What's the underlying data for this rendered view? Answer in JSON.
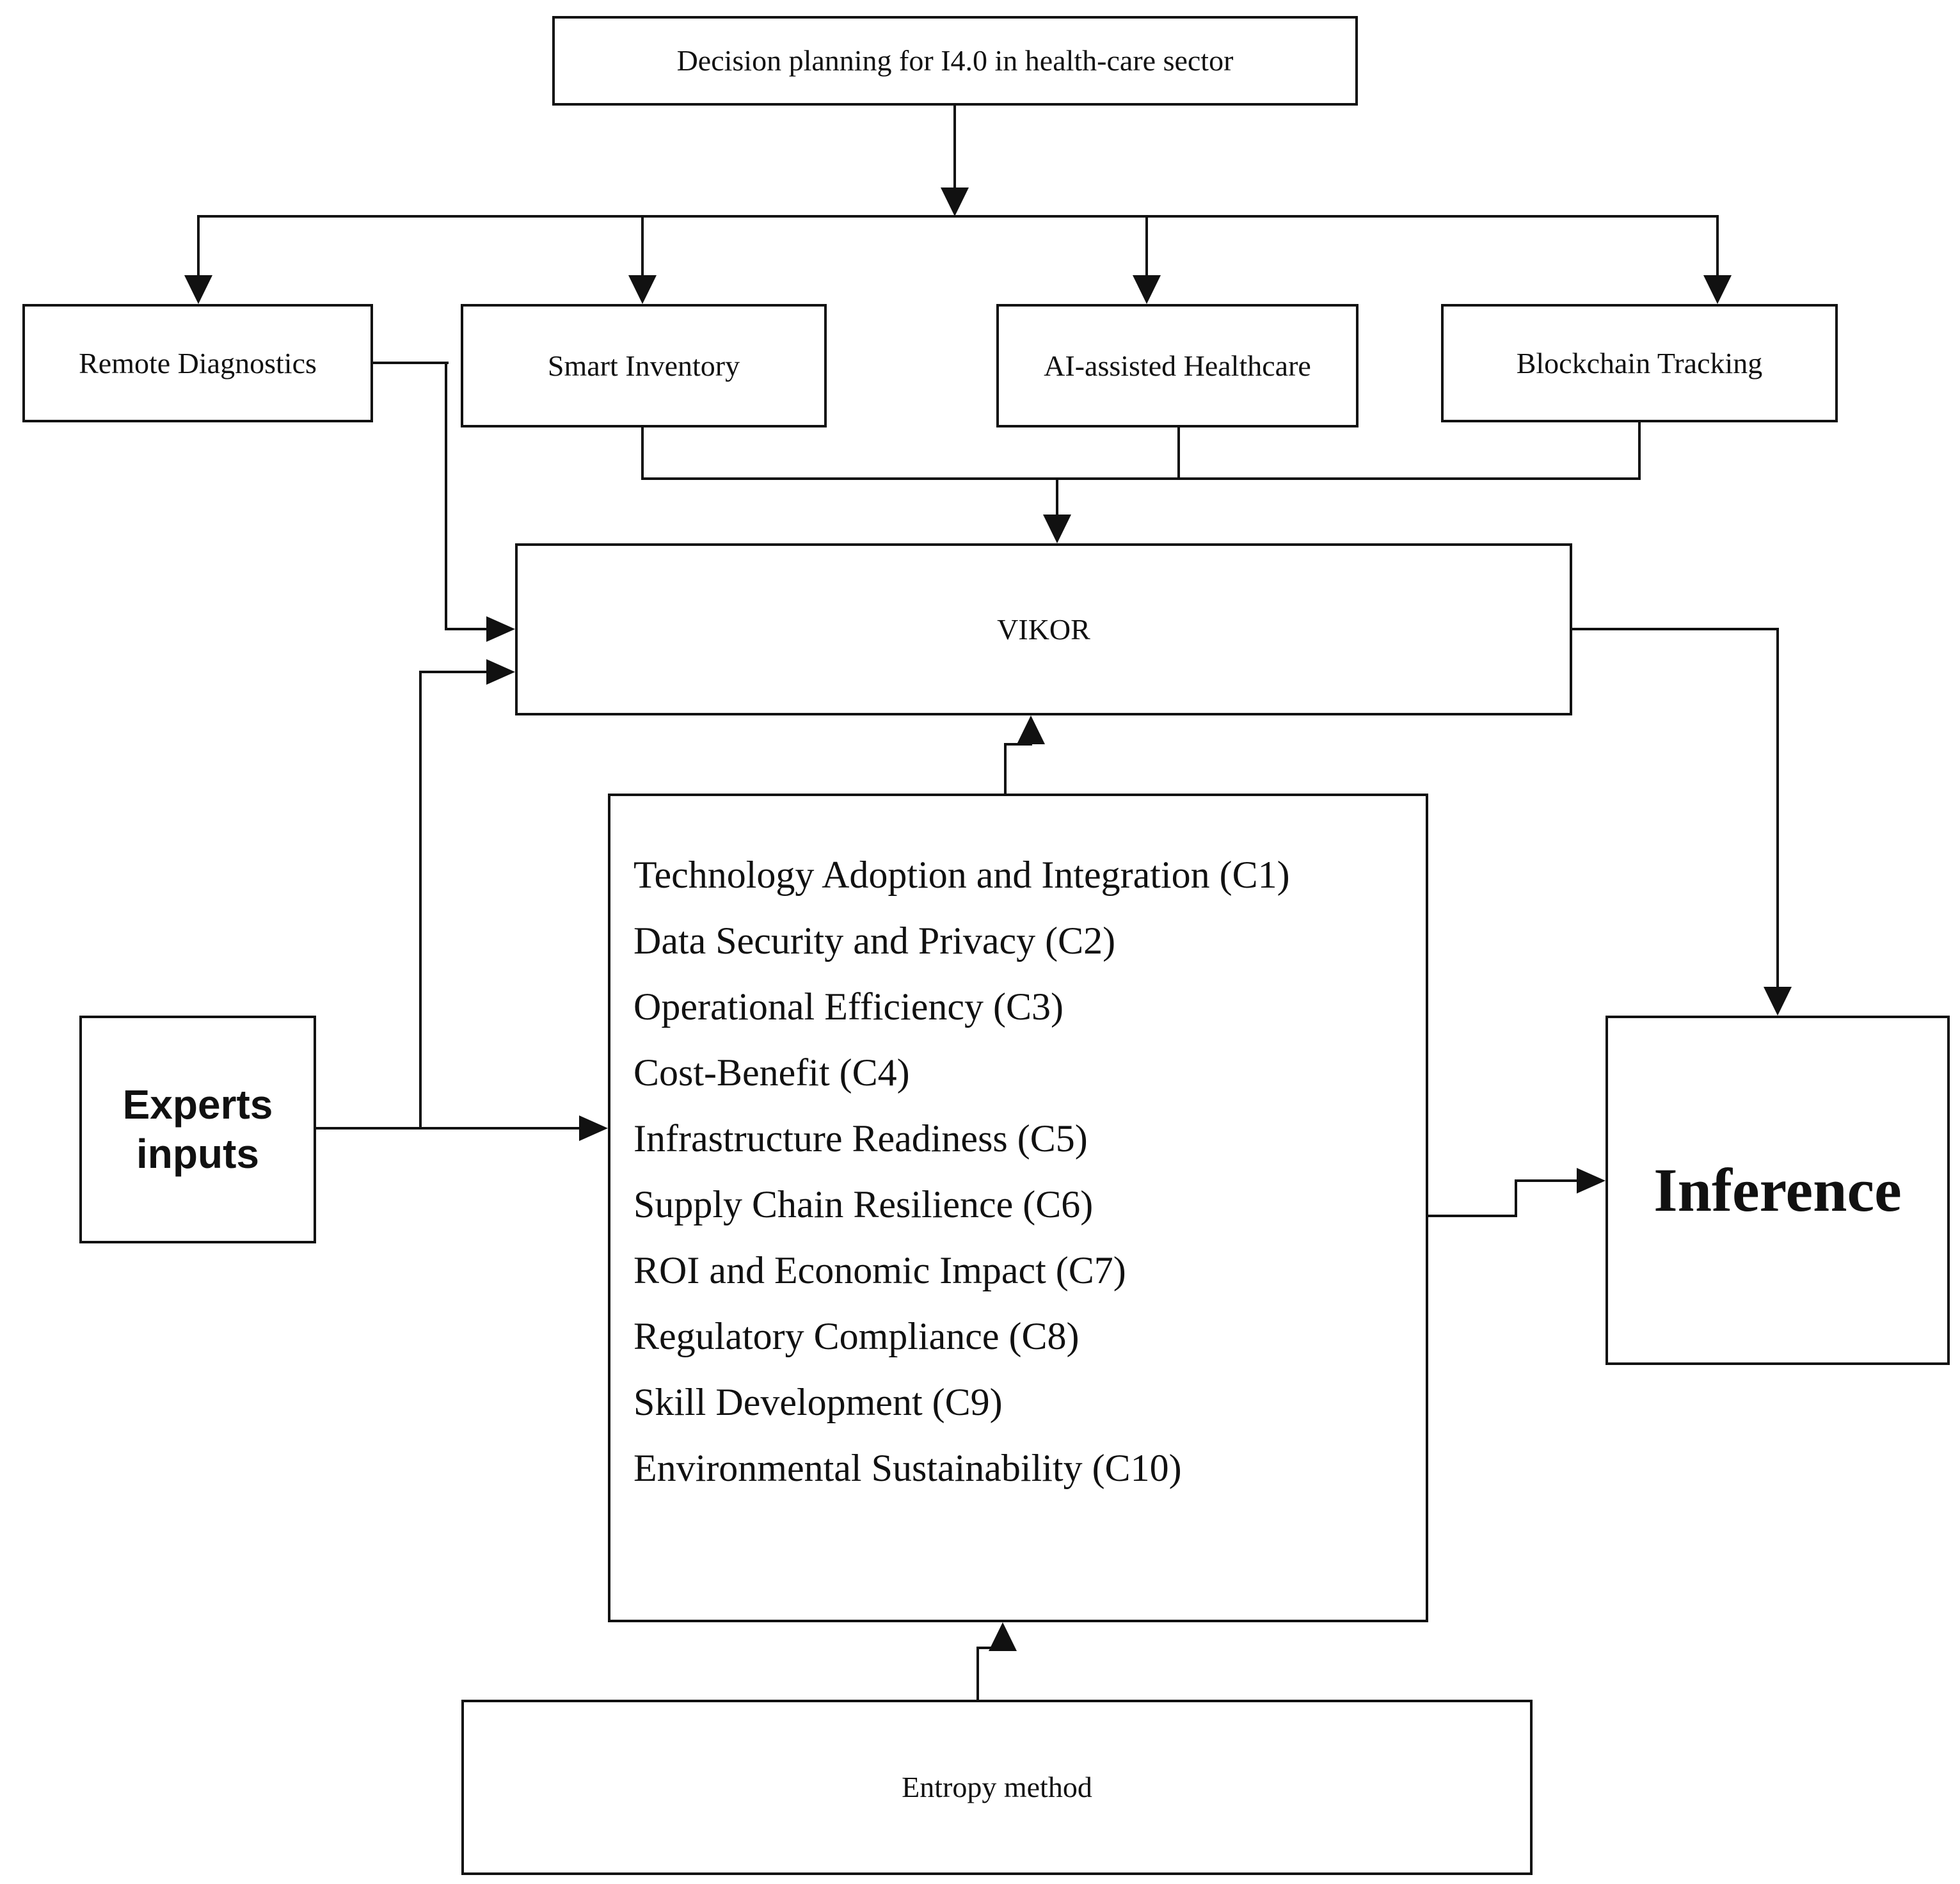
{
  "diagram": {
    "title_node": "Decision planning for I4.0 in health-care sector",
    "alternatives": {
      "remote_diagnostics": "Remote Diagnostics",
      "smart_inventory": "Smart Inventory",
      "ai_healthcare": "AI-assisted Healthcare",
      "blockchain_tracking": "Blockchain Tracking"
    },
    "method_nodes": {
      "vikor": "VIKOR",
      "entropy": "Entropy method"
    },
    "experts_node": "Experts inputs",
    "inference_node": "Inference",
    "criteria": {
      "items": [
        "Technology Adoption and Integration (C1)",
        "Data Security and Privacy (C2)",
        "Operational Efficiency (C3)",
        "Cost-Benefit (C4)",
        "Infrastructure Readiness (C5)",
        "Supply Chain Resilience (C6)",
        "ROI and Economic Impact (C7)",
        "Regulatory Compliance (C8)",
        "Skill Development (C9)",
        "Environmental Sustainability (C10)"
      ]
    },
    "colors": {
      "line": "#111111",
      "background": "#ffffff",
      "text": "#111111"
    }
  }
}
